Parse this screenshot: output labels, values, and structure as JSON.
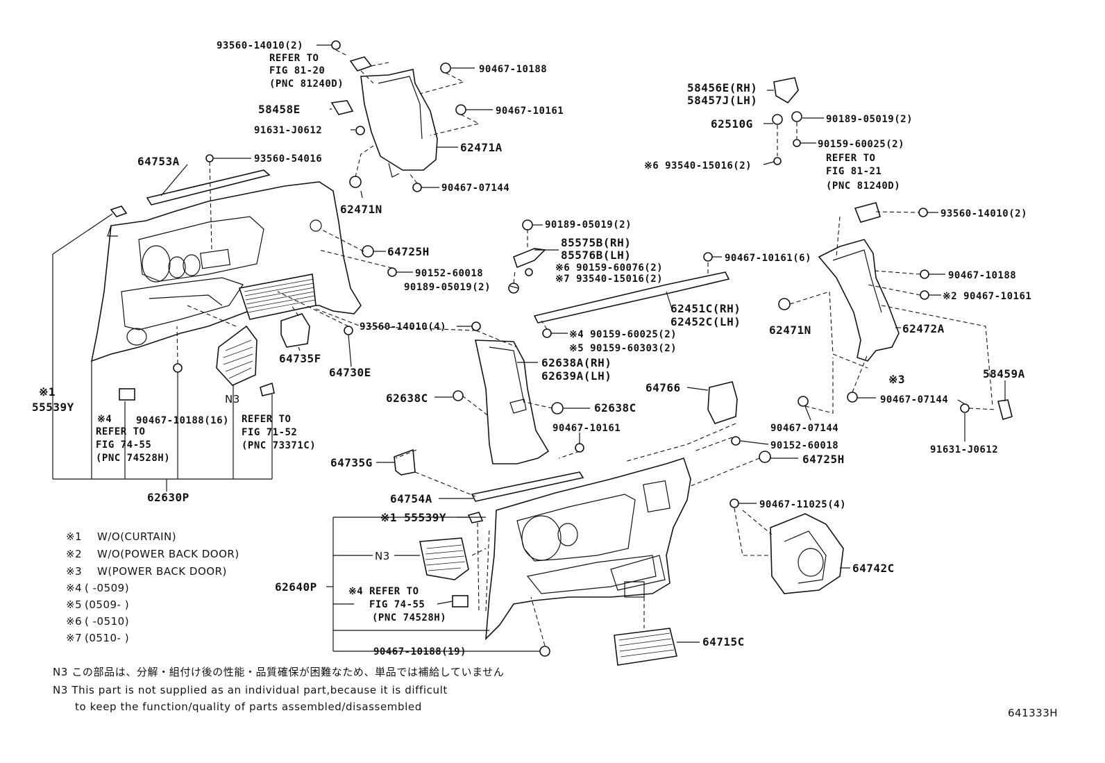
{
  "diagram_id": "641333H",
  "labels": {
    "p93560_14010_2a": "93560-14010(2)",
    "ref_81_20_a": "REFER TO",
    "ref_81_20_b": "FIG 81-20",
    "ref_81_20_c": "(PNC 81240D)",
    "p58458E": "58458E",
    "p91631_J0612_a": "91631-J0612",
    "p90467_10188_a": "90467-10188",
    "p90467_10161_a": "90467-10161",
    "p62471A": "62471A",
    "p90467_07144_a": "90467-07144",
    "p62471N_a": "62471N",
    "p64753A": "64753A",
    "p93560_54016": "93560-54016",
    "p64725H_a": "64725H",
    "p90152_60018_a": "90152-60018",
    "p93560_14010_4": "93560-14010(4)",
    "p64735F": "64735F",
    "p64730E": "64730E",
    "p55539Y_mark": "※1",
    "p55539Y": "55539Y",
    "ref_74_55_mark": "※4",
    "ref_74_55_a": "REFER TO",
    "ref_74_55_b": "FIG 74-55",
    "ref_74_55_c": "(PNC 74528H)",
    "p90467_10188_16": "90467-10188(16)",
    "n3_a": "N3",
    "ref_71_52_a": "REFER TO",
    "ref_71_52_b": "FIG 71-52",
    "ref_71_52_c": "(PNC 73371C)",
    "p62630P": "62630P",
    "p58456E": "58456E(RH)",
    "p58457J": "58457J(LH)",
    "p62510G": "62510G",
    "p90189_05019_2a": "90189-05019(2)",
    "p90159_60025_2a": "90159-60025(2)",
    "p93540_15016_2a": "※6 93540-15016(2)",
    "ref_81_21_a": "REFER TO",
    "ref_81_21_b": "FIG 81-21",
    "ref_81_21_c": "(PNC 81240D)",
    "p93560_14010_2b": "93560-14010(2)",
    "p90189_05019_2b": "90189-05019(2)",
    "p85575B": "85575B(RH)",
    "p85576B": "85576B(LH)",
    "p90159_60076": "※6 90159-60076(2)",
    "p93540_15016_2b": "※7 93540-15016(2)",
    "p90189_05019_2c": "90189-05019(2)",
    "p90467_10161_6": "90467-10161(6)",
    "p62451C": "62451C(RH)",
    "p62452C": "62452C(LH)",
    "p90159_60025_2b": "※4  90159-60025(2)",
    "p90159_60303": "※5  90159-60303(2)",
    "p90467_10188_b": "90467-10188",
    "p90467_10161_b": "※2 90467-10161",
    "p62471N_b": "62471N",
    "p62472A": "62472A",
    "p58459A": "58459A",
    "mark3": "※3",
    "p90467_07144_b": "90467-07144",
    "p90467_07144_c": "90467-07144",
    "p91631_J0612_b": "91631-J0612",
    "p62638A": "62638A(RH)",
    "p62639A": "62639A(LH)",
    "p62638C_a": "62638C",
    "p62638C_b": "62638C",
    "p90467_10161_c": "90467-10161",
    "p64766": "64766",
    "p90152_60018_b": "90152-60018",
    "p64725H_b": "64725H",
    "p64735G": "64735G",
    "p64754A": "64754A",
    "p55539Y_b": "※1 55539Y",
    "n3_b": "N3",
    "p62640P": "62640P",
    "ref_74_55_d": "※4 REFER TO",
    "ref_74_55_e": "FIG 74-55",
    "ref_74_55_f": "(PNC 74528H)",
    "p90467_11025_4": "90467-11025(4)",
    "p64742C": "64742C",
    "p90467_10188_19": "90467-10188(19)",
    "p64715C": "64715C"
  },
  "legend": [
    {
      "mark": "※1",
      "text": "W/O(CURTAIN)"
    },
    {
      "mark": "※2",
      "text": "W/O(POWER BACK DOOR)"
    },
    {
      "mark": "※3",
      "text": "W(POWER BACK DOOR)"
    },
    {
      "mark": "※4",
      "text": "(    -0509)"
    },
    {
      "mark": "※5",
      "text": "(0509-    )"
    },
    {
      "mark": "※6",
      "text": "(    -0510)"
    },
    {
      "mark": "※7",
      "text": "(0510-    )"
    }
  ],
  "footnotes": {
    "jp": "N3  この部品は、分解・組付け後の性能・品質確保が困難なため、単品では補給していません",
    "en1": "N3 This part is not supplied as an individual part,because it is difficult",
    "en2": "to keep the function/quality of parts assembled/disassembled"
  }
}
